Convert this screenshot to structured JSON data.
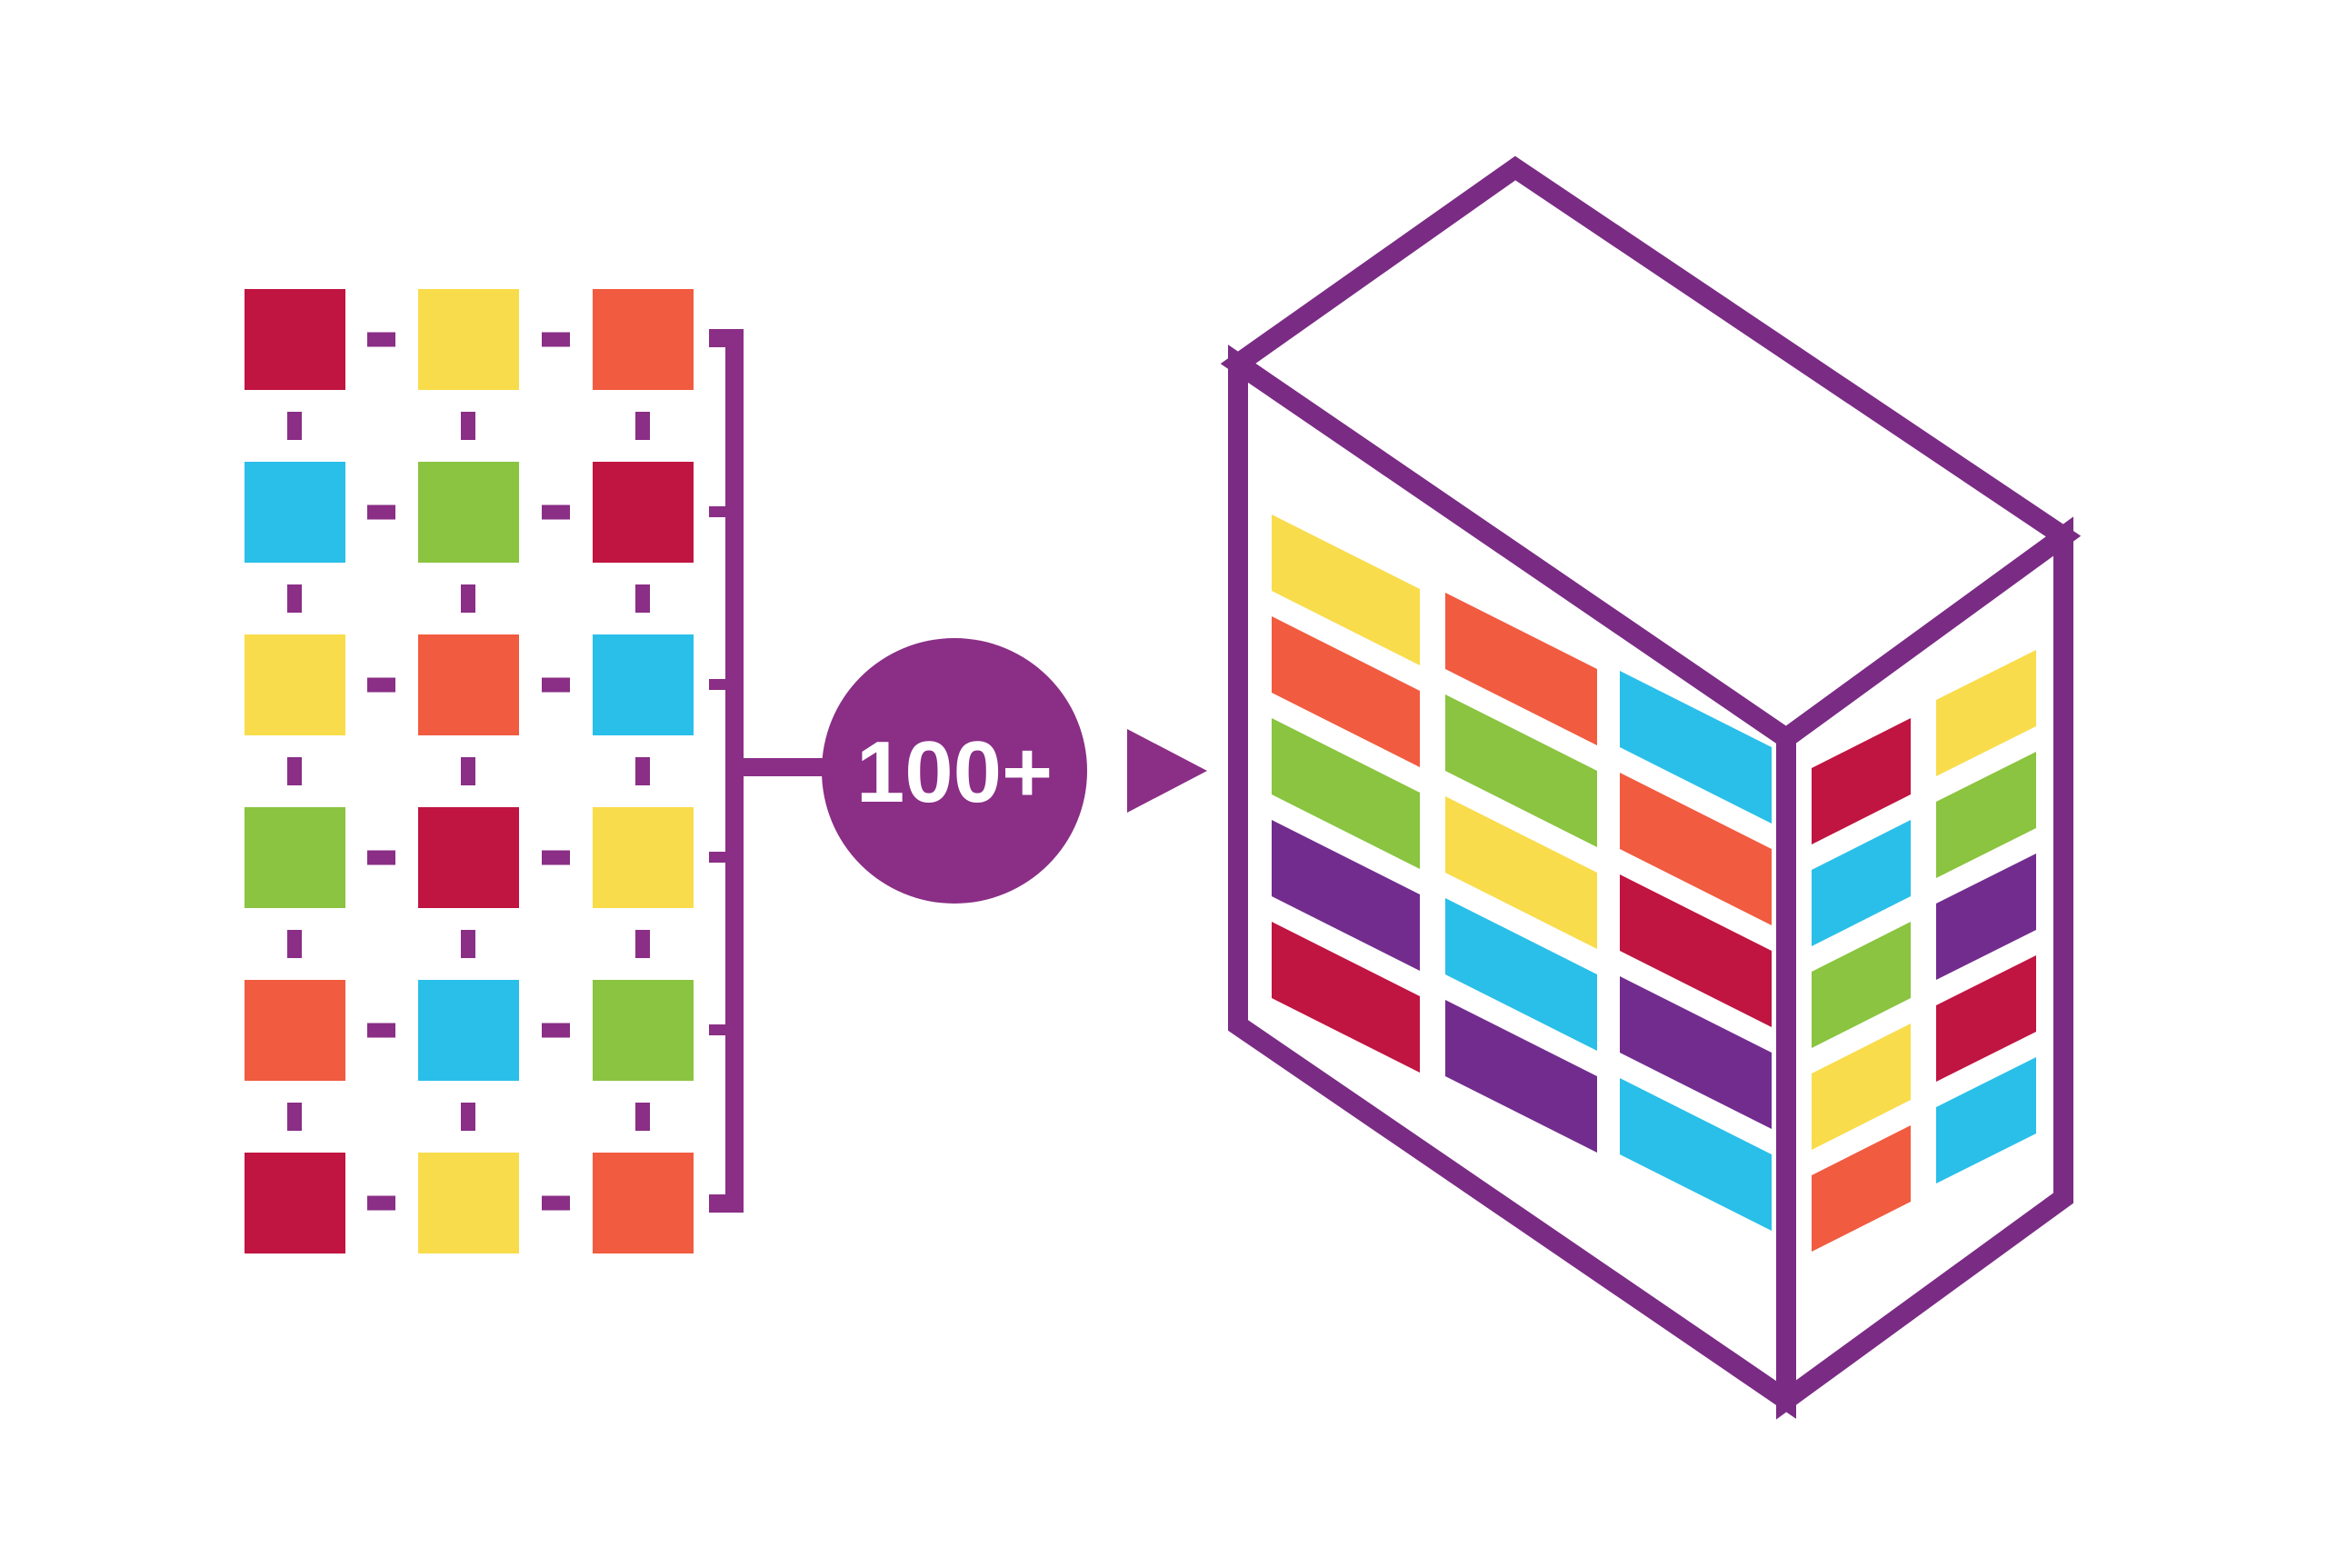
{
  "figure": {
    "type": "diagram",
    "count_badge": {
      "label": "100+"
    }
  },
  "palette": {
    "crimson": "#c01441",
    "yellow": "#f9dc4b",
    "tomato": "#f15b40",
    "cyan": "#29bfe9",
    "green": "#8ac440",
    "purple": "#722c8e",
    "outline": "#7a2b84",
    "connector": "#8a2e86",
    "background": "#ffffff",
    "label_text": "#ffffff"
  },
  "grid": {
    "rows": [
      [
        "crimson",
        "yellow",
        "tomato"
      ],
      [
        "cyan",
        "green",
        "crimson"
      ],
      [
        "yellow",
        "tomato",
        "cyan"
      ],
      [
        "green",
        "crimson",
        "yellow"
      ],
      [
        "tomato",
        "cyan",
        "green"
      ],
      [
        "crimson",
        "yellow",
        "tomato"
      ]
    ]
  },
  "box": {
    "left_face_columns": [
      [
        "yellow",
        "tomato",
        "green",
        "purple",
        "crimson"
      ],
      [
        "tomato",
        "green",
        "yellow",
        "cyan",
        "purple"
      ],
      [
        "cyan",
        "tomato",
        "crimson",
        "purple",
        "cyan"
      ]
    ],
    "right_face_columns": [
      [
        "crimson",
        "cyan",
        "green",
        "yellow",
        "tomato"
      ],
      [
        "yellow",
        "green",
        "purple",
        "crimson",
        "cyan"
      ]
    ]
  }
}
